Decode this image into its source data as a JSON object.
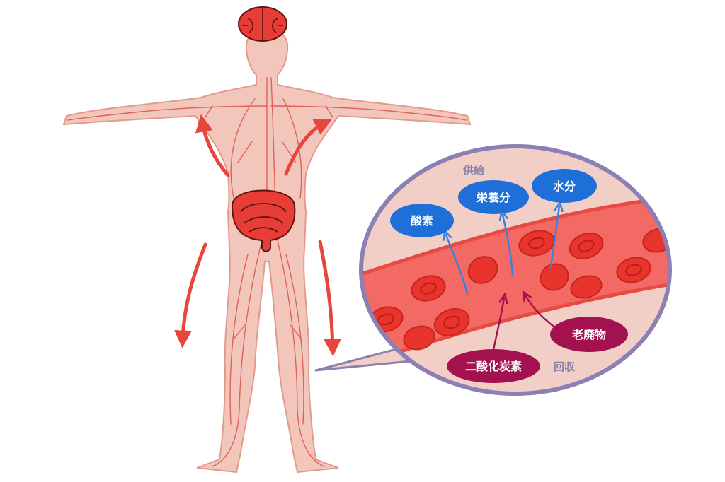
{
  "colors": {
    "skin": "#f3c6bb",
    "skin_outline": "#e39a8c",
    "vessel": "#e0605a",
    "organ": "#e83c36",
    "arrow": "#e8453c",
    "lens_fill": "#f2cfc6",
    "lens_ring": "#8c7fb3",
    "blood": "#f26a63",
    "blood_wall": "#e74a43",
    "rbc": "#e8342d",
    "supply_pill": "#1f6fd8",
    "supply_arrow": "#3a7fe0",
    "collect_pill": "#a3124f",
    "collect_arrow": "#a3124f"
  },
  "icons": [
    "brain-icon",
    "intestine-icon",
    "red-blood-cell-icon",
    "flow-arrow-icon"
  ],
  "labels": {
    "supply": "供給",
    "collect": "回収",
    "oxygen": "酸素",
    "nutrients": "栄養分",
    "water": "水分",
    "waste": "老廃物",
    "co2": "二酸化炭素"
  }
}
